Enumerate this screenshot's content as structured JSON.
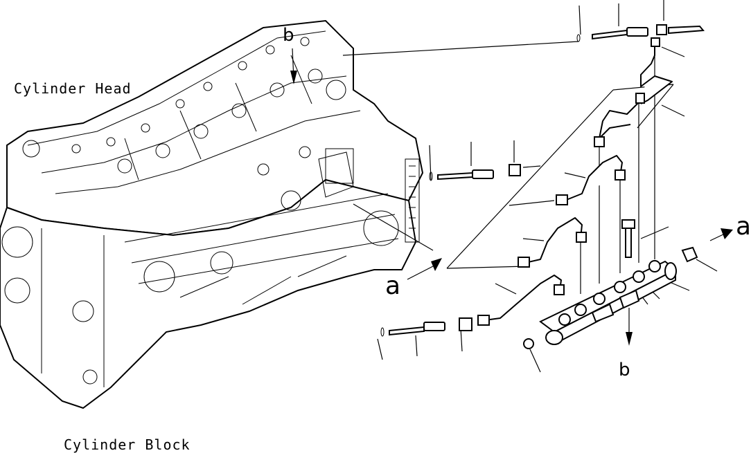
{
  "labels": {
    "cylinder_head": "Cylinder Head",
    "cylinder_block": "Cylinder Block"
  },
  "references": {
    "b_top": "b",
    "a_left": "a",
    "a_right": "a",
    "b_bottom": "b"
  }
}
